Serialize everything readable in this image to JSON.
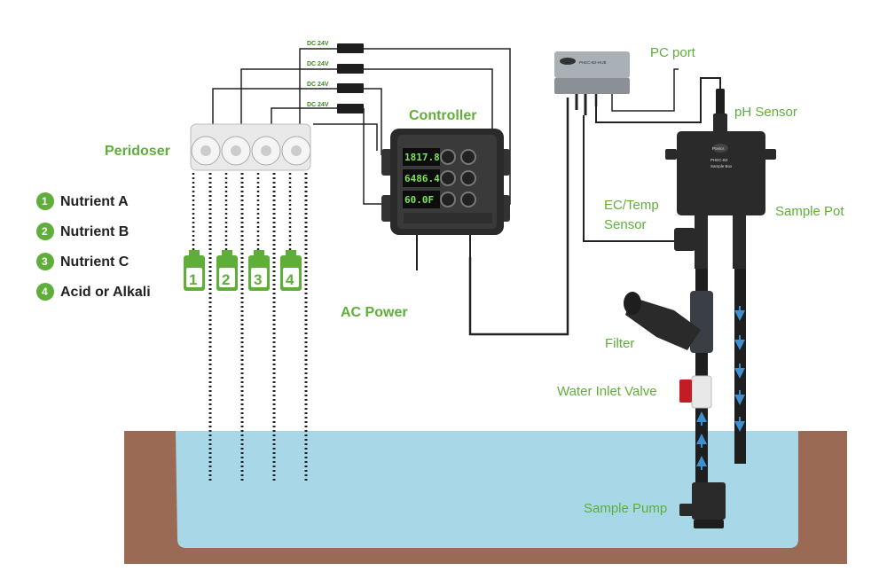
{
  "labels": {
    "peridoser": "Peridoser",
    "controller": "Controller",
    "ac_power": "AC Power",
    "pc_port": "PC port",
    "ph_sensor": "pH Sensor",
    "ec_temp_sensor_line1": "EC/Temp",
    "ec_temp_sensor_line2": "Sensor",
    "sample_pot": "Sample Pot",
    "filter": "Filter",
    "water_inlet_valve": "Water Inlet Valve",
    "sample_pump": "Sample Pump"
  },
  "legend": [
    {
      "num": "1",
      "label": "Nutrient A"
    },
    {
      "num": "2",
      "label": "Nutrient B"
    },
    {
      "num": "3",
      "label": "Nutrient C"
    },
    {
      "num": "4",
      "label": "Acid or Alkali"
    }
  ],
  "power_supplies": [
    "DC 24V",
    "DC 24V",
    "DC 24V",
    "DC 24V"
  ],
  "bottles": [
    "1",
    "2",
    "3",
    "4"
  ],
  "controller_displays": [
    "1817.80",
    "6486.40",
    "60.0F"
  ],
  "hub_label": "PHEC-B2-HUB",
  "sensor_box": {
    "brand": "Ponics",
    "model": "PHEC-B2",
    "sub": "Sample Box"
  },
  "colors": {
    "green": "#5fae3a",
    "water": "#a8d8e8",
    "soil": "#9a6a55",
    "device": "#2a2a2a",
    "arrow": "#3f8fd0"
  }
}
